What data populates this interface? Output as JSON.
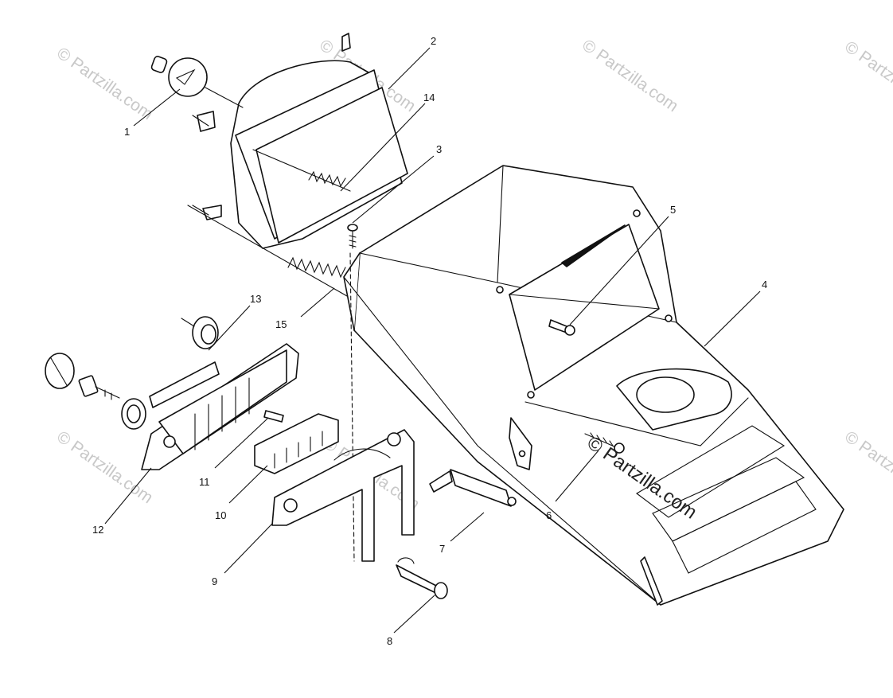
{
  "callouts": [
    "1",
    "2",
    "14",
    "3",
    "5",
    "4",
    "13",
    "15",
    "12",
    "11",
    "10",
    "9",
    "8",
    "7",
    "6"
  ],
  "watermarks": {
    "text": "© Partzilla.com",
    "overlay_text": "© Partzilla.com"
  },
  "colors": {
    "line": "#111111",
    "background": "#ffffff",
    "watermark": "#c8c8c8"
  }
}
